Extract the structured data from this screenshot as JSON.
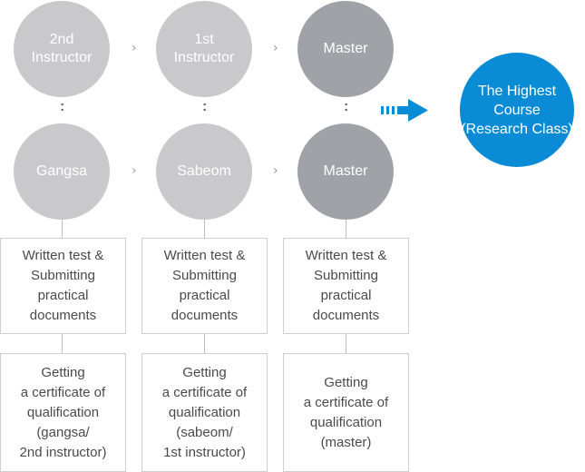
{
  "columns": [
    {
      "top_label": "2nd\nInstructor",
      "bottom_label": "Gangsa",
      "test_text": "Written test &\nSubmitting\npractical\ndocuments",
      "cert_text": "Getting\na certificate of\nqualification\n(gangsa/\n2nd instructor)"
    },
    {
      "top_label": "1st\nInstructor",
      "bottom_label": "Sabeom",
      "test_text": "Written test &\nSubmitting\npractical\ndocuments",
      "cert_text": "Getting\na certificate of\nqualification\n(sabeom/\n1st instructor)"
    },
    {
      "top_label": "Master",
      "bottom_label": "Master",
      "test_text": "Written test &\nSubmitting\npractical\ndocuments",
      "cert_text": "Getting\na certificate of\nqualification\n(master)"
    }
  ],
  "connector_arrow": "›",
  "equivalence": ":",
  "final": {
    "label": "The Highest\nCourse\n(Research Class)"
  },
  "colors": {
    "light_circle": "#c9c9cb",
    "dark_circle": "#9fa3a8",
    "final_circle": "#0a8bd6",
    "flow_arrow": "#0a8bd6"
  }
}
